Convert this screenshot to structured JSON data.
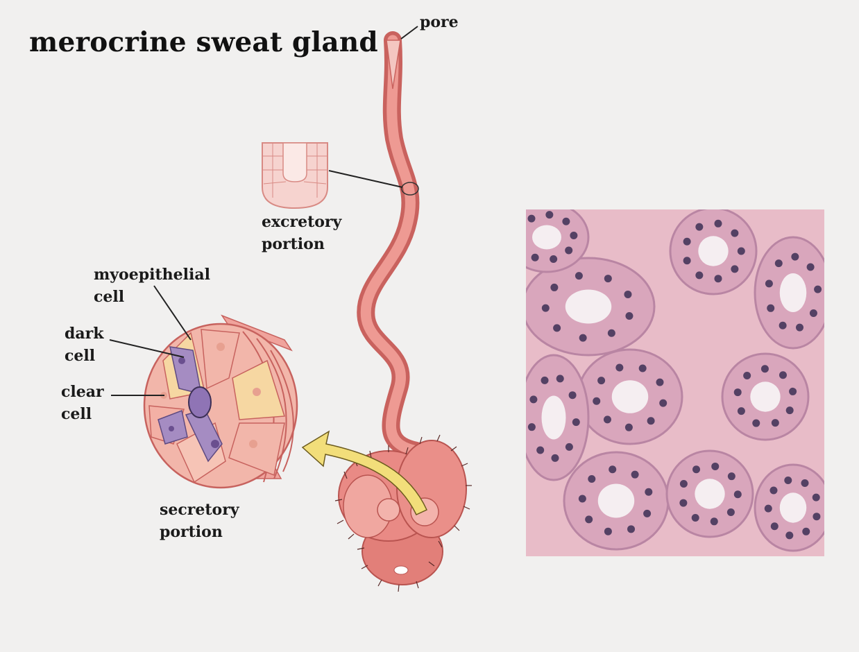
{
  "title": "merocrine sweat gland",
  "labels": {
    "pore": "pore",
    "excretory_line1": "excretory",
    "excretory_line2": "portion",
    "myoepithelial_line1": "myoepithelial",
    "myoepithelial_line2": "cell",
    "dark_line1": "dark",
    "dark_line2": "cell",
    "clear_line1": "clear",
    "clear_line2": "cell",
    "secretory_line1": "secretory",
    "secretory_line2": "portion"
  },
  "colors": {
    "background": "#f1f0ef",
    "duct": "#e98a85",
    "duct_dark": "#c9625e",
    "dark_cell": "#a58cc2",
    "clear_cell": "#f2b6aa",
    "myoepithelial": "#f6d7a2",
    "arrow": "#f2de7a",
    "stain_pink": "#e8bcc8",
    "nucleus": "#3c2f55"
  }
}
